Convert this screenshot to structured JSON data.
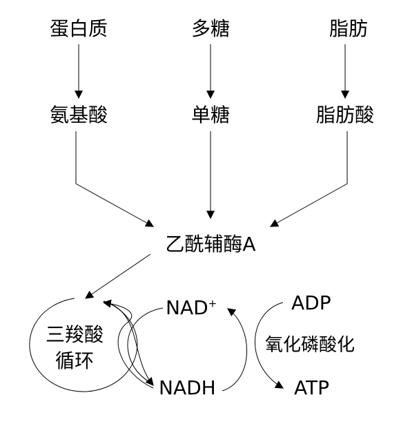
{
  "sources": {
    "protein": "蛋白质",
    "polysaccharide": "多糖",
    "fat": "脂肪"
  },
  "intermediates": {
    "amino_acid": "氨基酸",
    "monosaccharide": "单糖",
    "fatty_acid": "脂肪酸"
  },
  "acetyl_coa": "乙酰辅酶A",
  "tca": {
    "line1": "三羧酸",
    "line2": "循环"
  },
  "nad": {
    "base": "NAD",
    "sup": "+"
  },
  "nadh": "NADH",
  "adp": "ADP",
  "atp": "ATP",
  "oxidative_phosphorylation": "氧化磷酸化",
  "colors": {
    "ink": "#000000",
    "background": "#ffffff"
  }
}
